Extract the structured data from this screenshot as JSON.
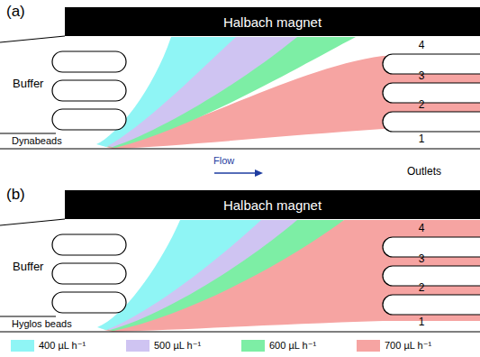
{
  "diagram": {
    "nodes": [
      {
        "text": [
          "Halbach magnet"
        ]
      },
      {
        "text": [
          "Halbach magnet"
        ]
      }
    ],
    "labels": [
      "(a)",
      "Buffer",
      "Dynabeads",
      "4",
      "3",
      "2",
      "1",
      "Flow",
      "Outlets",
      "(b)",
      "Buffer",
      "Hyglos beads",
      "4",
      "3",
      "2",
      "1"
    ],
    "legend": [
      {
        "text": "400 µL h⁻¹",
        "color": "#8ff5f5"
      },
      {
        "text": "500 µL h⁻¹",
        "color": "#cfc4f2"
      },
      {
        "text": "600 µL h⁻¹",
        "color": "#7deea5"
      },
      {
        "text": "700 µL h⁻¹",
        "color": "#f6a4a2"
      }
    ]
  }
}
